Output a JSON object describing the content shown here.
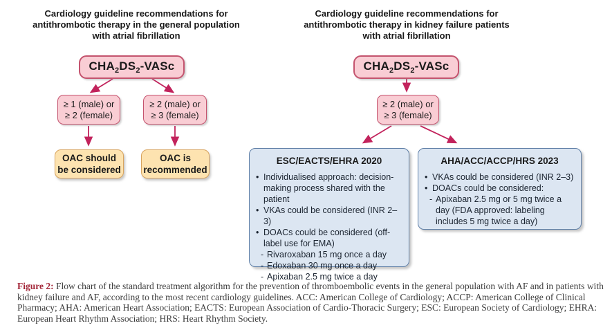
{
  "colors": {
    "pink_fill": "#f9cdd4",
    "pink_border": "#c4536e",
    "arrow": "#c2235c",
    "orange_fill": "#fde3b0",
    "orange_border": "#d8a45f",
    "blue_fill": "#dce6f2",
    "blue_border": "#5f7fa7",
    "figure_label": "#a32638",
    "caption_text": "#3c3c3c"
  },
  "left_chart": {
    "title_lines": [
      "Cardiology guideline recommendations for",
      "antithrombotic therapy in the general population",
      "with atrial fibrillation"
    ],
    "root_box": {
      "p1": "CHA",
      "sub1": "2",
      "p2": "DS",
      "sub2": "2",
      "p3": "-VASc"
    },
    "branch1": {
      "line1": "≥ 1 (male) or",
      "line2": "≥ 2 (female)"
    },
    "branch2": {
      "line1": "≥ 2 (male) or",
      "line2": "≥ 3 (female)"
    },
    "outcome1": {
      "line1": "OAC should",
      "line2": "be considered"
    },
    "outcome2": {
      "line1": "OAC is",
      "line2": "recommended"
    }
  },
  "right_chart": {
    "title_lines": [
      "Cardiology guideline recommendations for",
      "antithrombotic therapy in kidney failure patients",
      "with atrial fibrillation"
    ],
    "root_box": {
      "p1": "CHA",
      "sub1": "2",
      "p2": "DS",
      "sub2": "2",
      "p3": "-VASc"
    },
    "branch": {
      "line1": "≥ 2 (male) or",
      "line2": "≥ 3 (female)"
    },
    "guideline_boxes": [
      {
        "title": "ESC/EACTS/EHRA 2020",
        "items": [
          {
            "marker": "•",
            "indent": false,
            "text": "Individualised approach: decision-making process shared with the patient"
          },
          {
            "marker": "•",
            "indent": false,
            "text": "VKAs could be considered (INR 2–3)"
          },
          {
            "marker": "•",
            "indent": false,
            "text": "DOACs could be considered (off-label use for EMA)"
          },
          {
            "marker": "-",
            "indent": true,
            "text": "Rivaroxaban 15 mg once a day"
          },
          {
            "marker": "-",
            "indent": true,
            "text": "Edoxaban 30 mg once a day"
          },
          {
            "marker": "-",
            "indent": true,
            "text": "Apixaban 2.5 mg twice a day"
          }
        ]
      },
      {
        "title": "AHA/ACC/ACCP/HRS 2023",
        "items": [
          {
            "marker": "•",
            "indent": false,
            "text": "VKAs could be considered (INR 2–3)"
          },
          {
            "marker": "•",
            "indent": false,
            "text": "DOACs could be considered:"
          },
          {
            "marker": "-",
            "indent": true,
            "text": "Apixaban 2.5 mg or 5 mg twice a day (FDA approved: labeling includes 5 mg twice a day)"
          }
        ]
      }
    ]
  },
  "caption": {
    "label": "Figure 2:",
    "text": " Flow chart of the standard treatment algorithm for the prevention of thromboembolic events in the general population with AF and in patients with kidney failure and AF, according to the most recent cardiology guidelines. ACC: American College of Cardiology; ACCP: American College of Clinical Pharmacy; AHA: American Heart Association; EACTS: European Association of Cardio-Thoracic Surgery; ESC: European Society of Cardiology; EHRA: European Heart Rhythm Association; HRS: Heart Rhythm Society."
  }
}
